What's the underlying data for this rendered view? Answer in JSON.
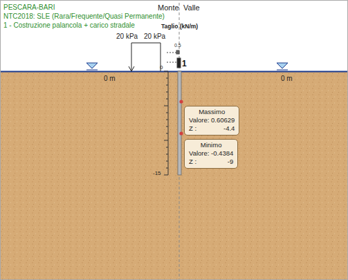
{
  "diagram": {
    "nodes": [
      {
        "text": [
          "Massimo",
          "Valore: 0.60629",
          "Z :",
          "-4.4"
        ]
      },
      {
        "text": [
          "Minimo",
          "Valore: -0.4384",
          "Z :",
          "-9"
        ]
      }
    ],
    "labels": [
      "PESCARA-BARI",
      "NTC2018: SLE (Rara/Frequente/Quasi Permanente)",
      "1 - Costruzione palancola + carico stradale",
      "Monte",
      "Valle",
      "20 kPa",
      "20 kPa",
      "Taglio (kN/m)",
      "0.5",
      "1",
      "0 m",
      "0 m",
      "0",
      "-15"
    ]
  }
}
